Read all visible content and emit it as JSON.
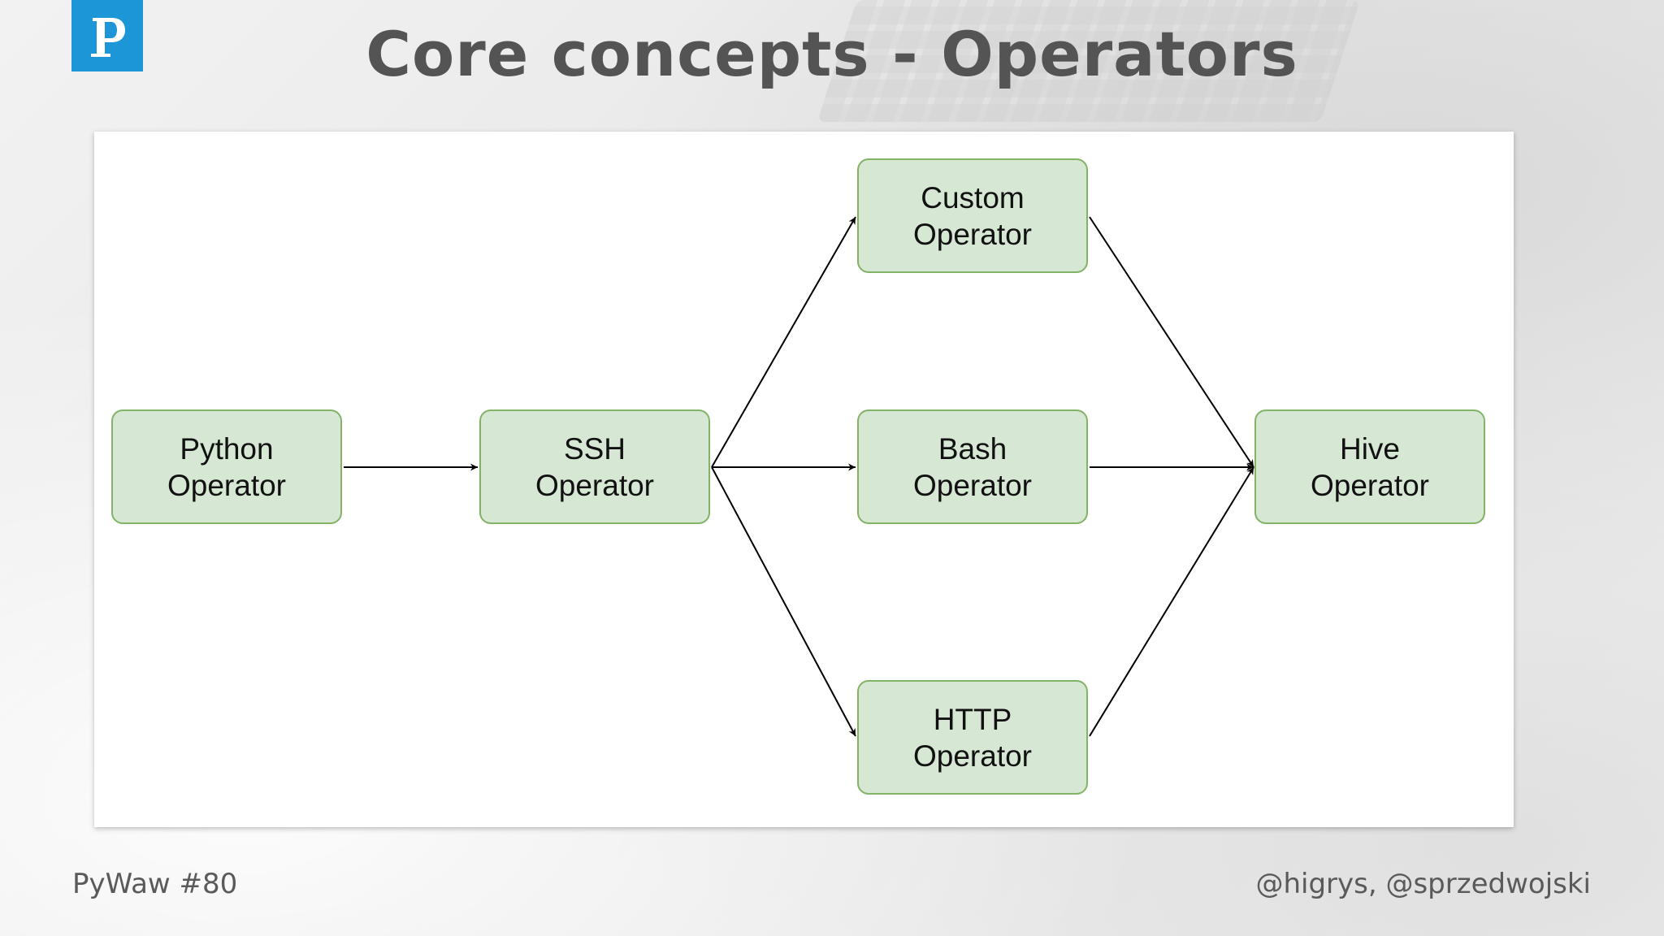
{
  "slide": {
    "title": "Core concepts - Operators",
    "logo_icon": "pywaw-logo-icon",
    "brand_color": "#1d96d8"
  },
  "diagram": {
    "nodes": [
      {
        "id": "python",
        "line1": "Python",
        "line2": "Operator"
      },
      {
        "id": "ssh",
        "line1": "SSH",
        "line2": "Operator"
      },
      {
        "id": "custom",
        "line1": "Custom",
        "line2": "Operator"
      },
      {
        "id": "bash",
        "line1": "Bash",
        "line2": "Operator"
      },
      {
        "id": "http",
        "line1": "HTTP",
        "line2": "Operator"
      },
      {
        "id": "hive",
        "line1": "Hive",
        "line2": "Operator"
      }
    ],
    "edges": [
      {
        "from": "python",
        "to": "ssh"
      },
      {
        "from": "ssh",
        "to": "custom"
      },
      {
        "from": "ssh",
        "to": "bash"
      },
      {
        "from": "ssh",
        "to": "http"
      },
      {
        "from": "custom",
        "to": "hive"
      },
      {
        "from": "bash",
        "to": "hive"
      },
      {
        "from": "http",
        "to": "hive"
      }
    ],
    "node_fill": "#d6e8d4",
    "node_border": "#82b366"
  },
  "footer": {
    "event": "PyWaw #80",
    "authors": "@higrys, @sprzedwojski"
  }
}
